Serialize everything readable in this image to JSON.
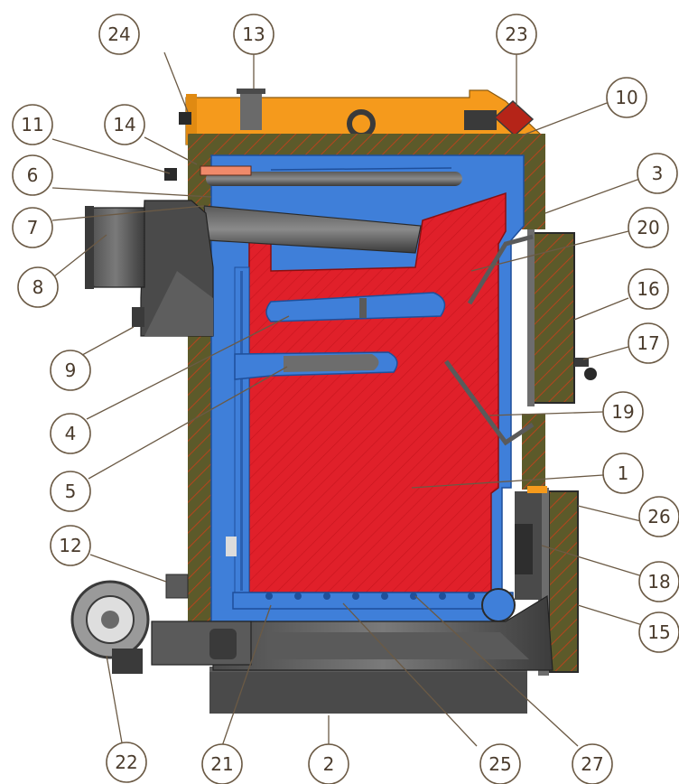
{
  "colors": {
    "casing": "#f59a1c",
    "insulation": "#5c5a2a",
    "insulation_hatch": "#b5441e",
    "water_jacket": "#3f7fd9",
    "combustion_chamber": "#e0202a",
    "steel_dark": "#3f3f3f",
    "steel_mid": "#6d6d6d",
    "callout_stroke": "#6b5a45",
    "callout_text": "#4a3b2c"
  },
  "callouts": [
    {
      "id": "c24",
      "label": "24"
    },
    {
      "id": "c13",
      "label": "13"
    },
    {
      "id": "c23",
      "label": "23"
    },
    {
      "id": "c10",
      "label": "10"
    },
    {
      "id": "c11",
      "label": "11"
    },
    {
      "id": "c14",
      "label": "14"
    },
    {
      "id": "c6",
      "label": "6"
    },
    {
      "id": "c3",
      "label": "3"
    },
    {
      "id": "c7",
      "label": "7"
    },
    {
      "id": "c20",
      "label": "20"
    },
    {
      "id": "c8",
      "label": "8"
    },
    {
      "id": "c16",
      "label": "16"
    },
    {
      "id": "c17",
      "label": "17"
    },
    {
      "id": "c9",
      "label": "9"
    },
    {
      "id": "c19",
      "label": "19"
    },
    {
      "id": "c4",
      "label": "4"
    },
    {
      "id": "c1",
      "label": "1"
    },
    {
      "id": "c5",
      "label": "5"
    },
    {
      "id": "c26",
      "label": "26"
    },
    {
      "id": "c12",
      "label": "12"
    },
    {
      "id": "c18",
      "label": "18"
    },
    {
      "id": "c15",
      "label": "15"
    },
    {
      "id": "c22",
      "label": "22"
    },
    {
      "id": "c21",
      "label": "21"
    },
    {
      "id": "c2",
      "label": "2"
    },
    {
      "id": "c25",
      "label": "25"
    },
    {
      "id": "c27",
      "label": "27"
    }
  ]
}
